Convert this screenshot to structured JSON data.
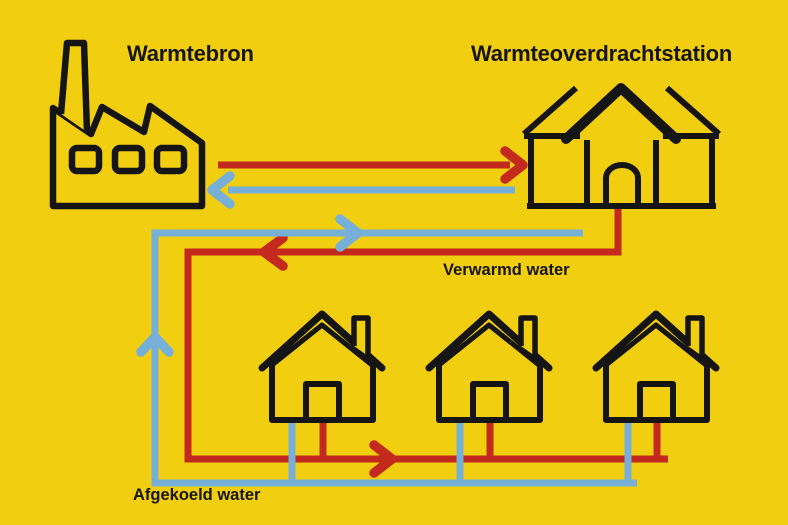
{
  "colors": {
    "background": "#F2CE10",
    "hot_water": "#C3291D",
    "cold_water": "#76AFD8",
    "outline": "#151515",
    "text": "#151515"
  },
  "labels": {
    "heat_source": "Warmtebron",
    "transfer_station": "Warmteoverdrachtstation",
    "heated_water": "Verwarmd water",
    "cooled_water": "Afgekoeld water"
  },
  "icons": {
    "heat_source": "factory-icon",
    "transfer_station": "station-icon",
    "consumer": "house-icon",
    "flow_marker": "chevron-arrow-icon"
  },
  "houses_count": 3,
  "flows": {
    "hot": {
      "label_key": "heated_water",
      "color_key": "hot_water",
      "route": "heat_source > transfer_station > houses"
    },
    "cold": {
      "label_key": "cooled_water",
      "color_key": "cold_water",
      "route": "houses > transfer_station > heat_source"
    }
  }
}
